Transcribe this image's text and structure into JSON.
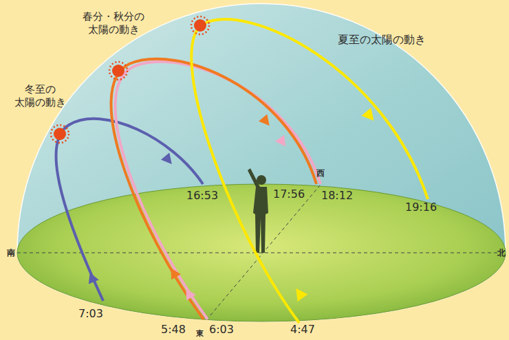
{
  "diagram": {
    "labels": [
      "春分・秋分の 太陽の動き",
      "夏至の太陽の動き",
      "冬至の 太陽の動き",
      "16:53",
      "17:56",
      "18:12",
      "19:16",
      "7:03",
      "5:48",
      "6:03",
      "4:47",
      "南",
      "西",
      "北",
      "東"
    ]
  }
}
